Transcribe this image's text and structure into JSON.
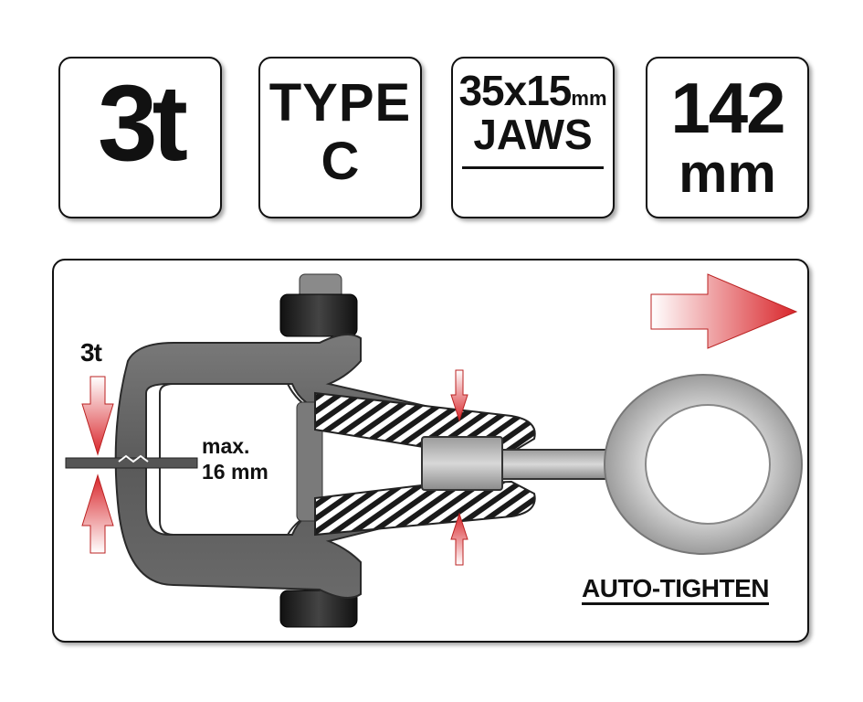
{
  "specs": {
    "capacity": "3t",
    "type_line1": "TYPE",
    "type_line2": "C",
    "jaws_size": "35x15",
    "jaws_unit": "mm",
    "jaws_label": "JAWS",
    "length_value": "142",
    "length_unit": "mm"
  },
  "diagram": {
    "force_label": "3t",
    "gap_label_line1": "max.",
    "gap_label_line2": "16 mm",
    "action_label": "AUTO-TIGHTEN",
    "colors": {
      "arrow_red": "#d9262b",
      "clamp_grey": "#5e5e5e",
      "ring_grey": "#b9b9b9",
      "bolt_black": "#1a1a1a"
    }
  }
}
